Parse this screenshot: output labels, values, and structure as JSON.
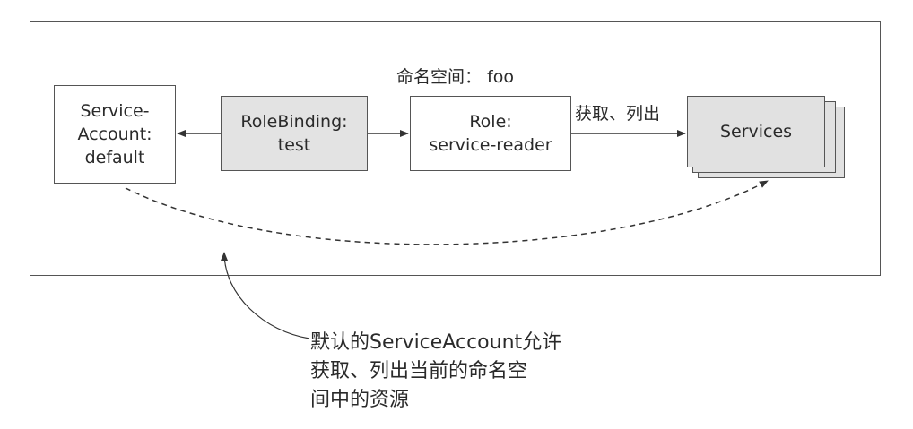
{
  "namespace": {
    "title": "命名空间： foo"
  },
  "nodes": {
    "service_account": {
      "lines": [
        "Service-",
        "Account:",
        "default"
      ]
    },
    "role_binding": {
      "lines": [
        "RoleBinding:",
        "test"
      ]
    },
    "role": {
      "lines": [
        "Role:",
        "service-reader"
      ]
    },
    "services": {
      "label": "Services"
    }
  },
  "edges": {
    "role_to_services_label": "获取、列出"
  },
  "annotation": {
    "lines": [
      "默认的ServiceAccount允许",
      "获取、列出当前的命名空",
      "间中的资源"
    ]
  }
}
